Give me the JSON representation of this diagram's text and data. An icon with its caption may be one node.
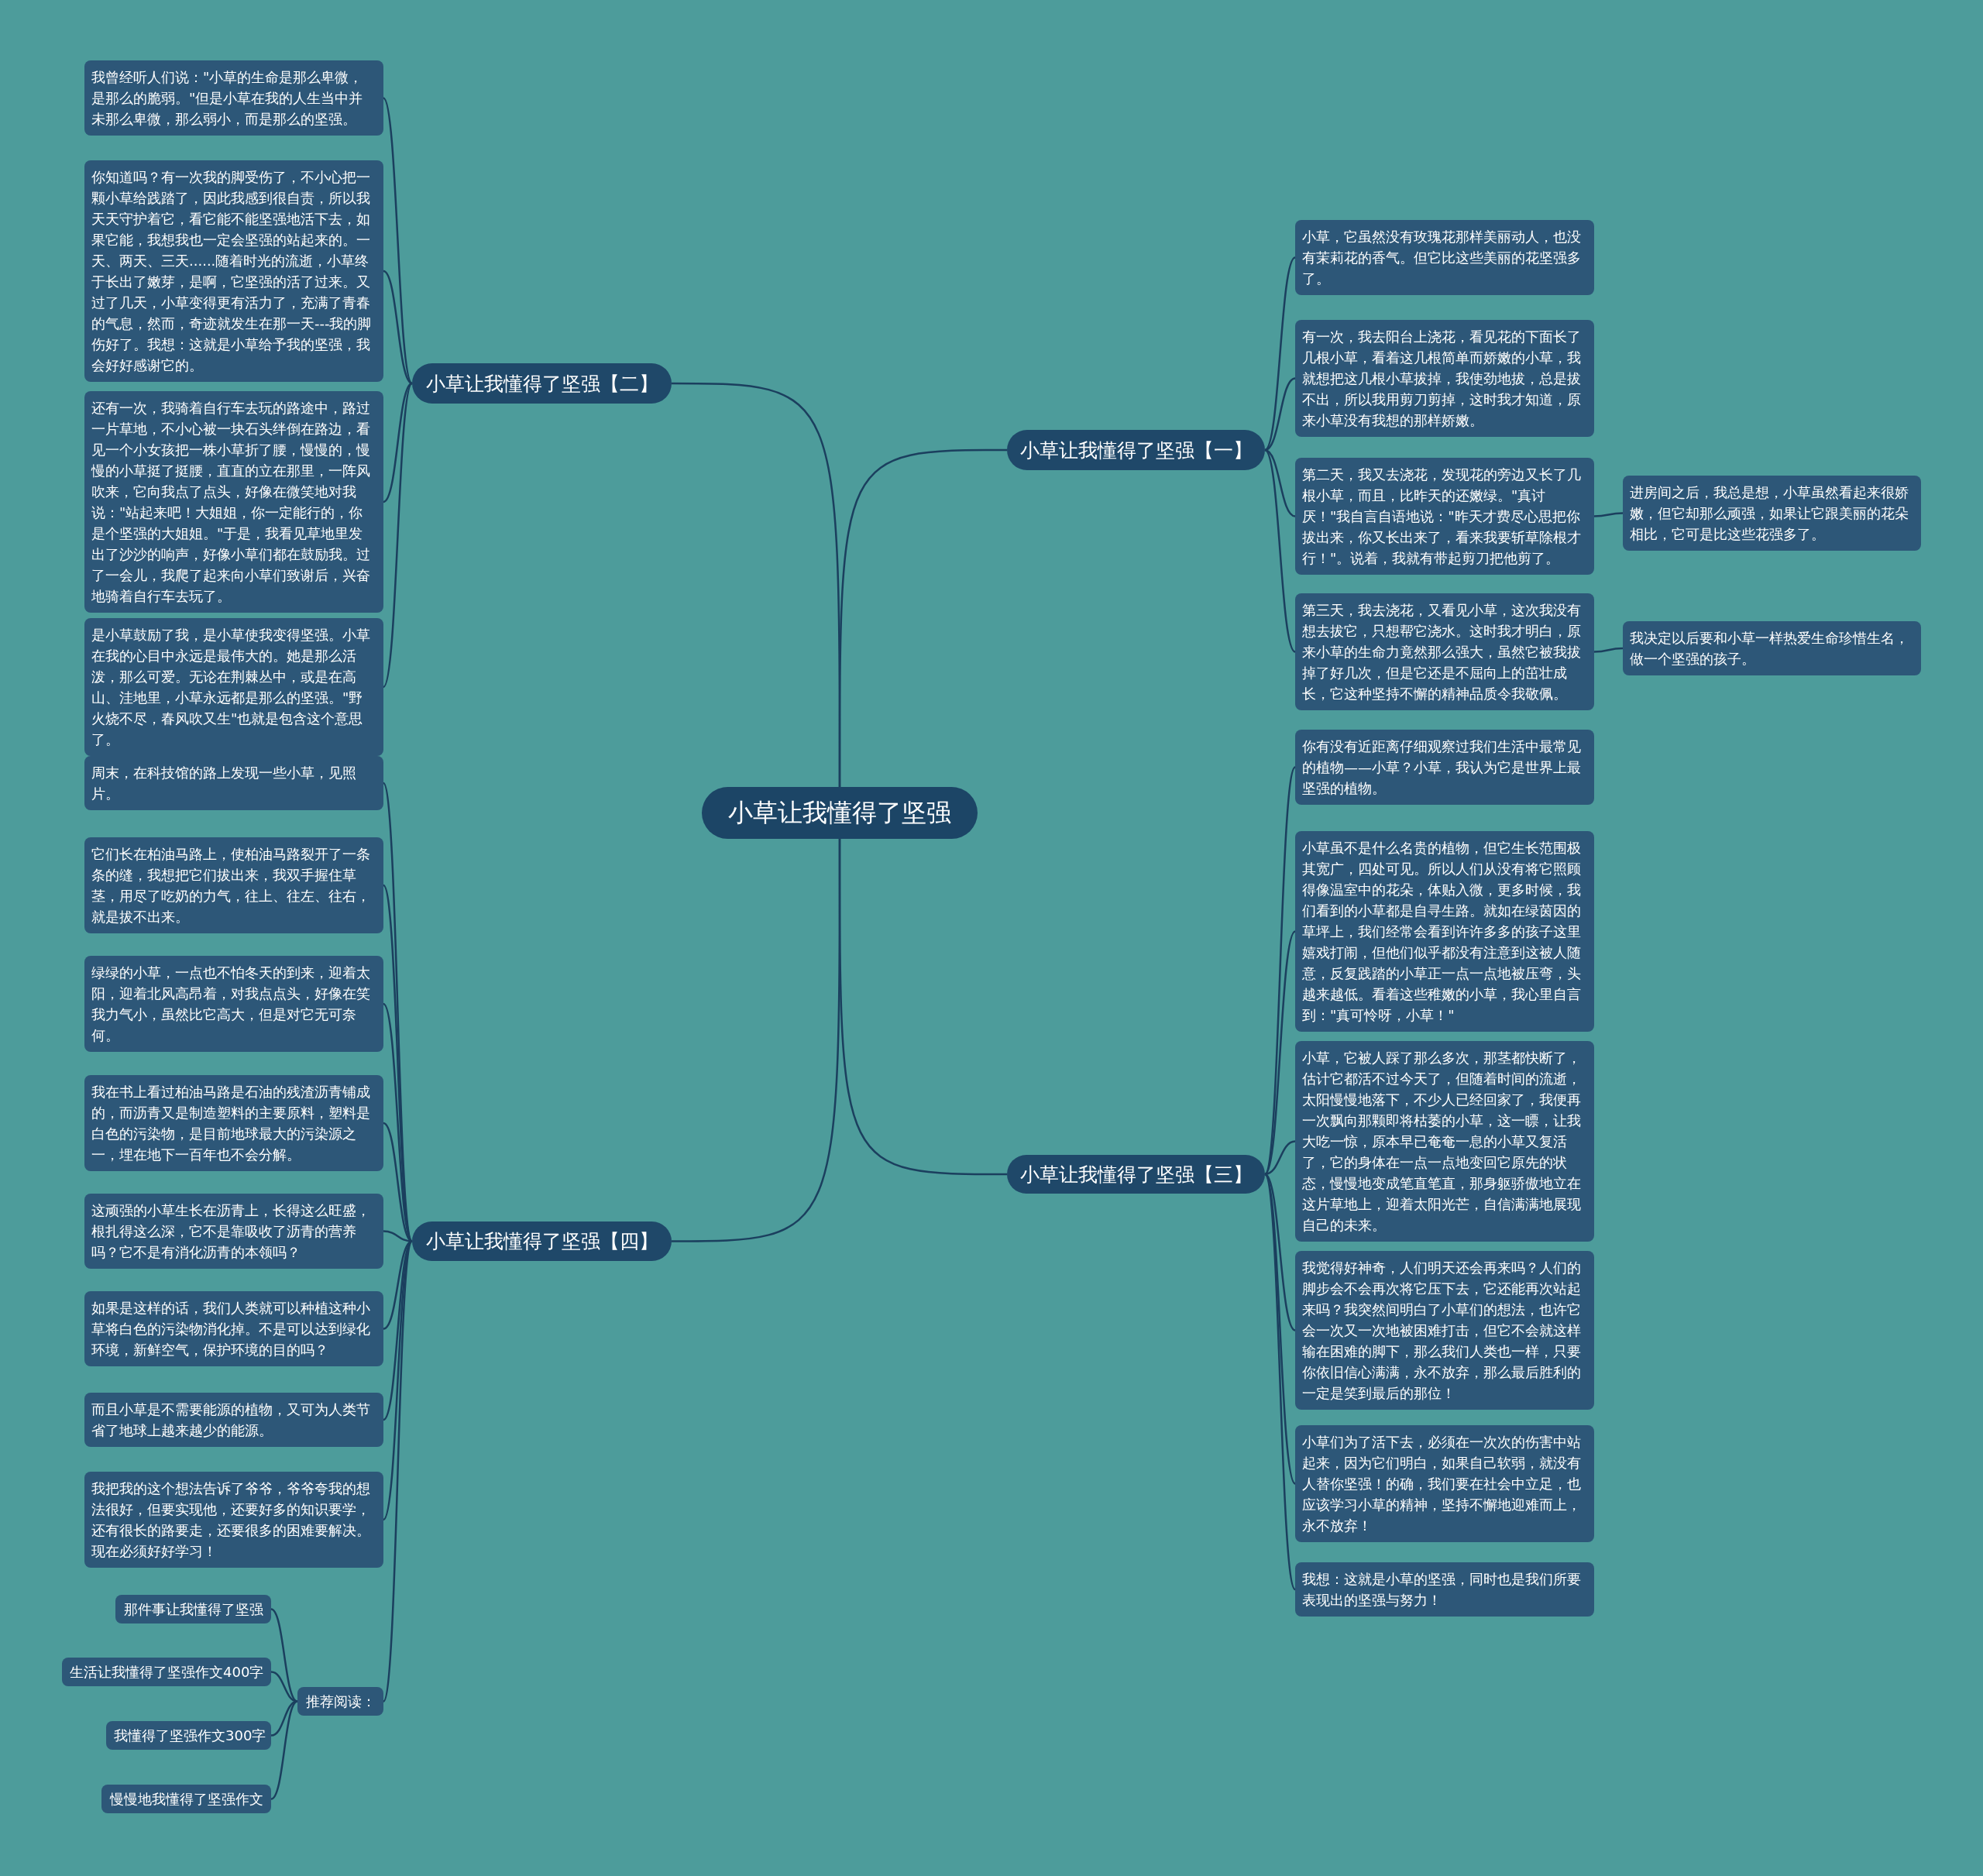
{
  "diagram": {
    "nodes": [
      {
        "text": [
          "小草让我懂得了坚强"
        ]
      },
      {
        "text": [
          "小草让我懂得了坚强【一】"
        ]
      },
      {
        "text": [
          "小草，它虽然没有玫瑰花那样美丽动人，也没有茉莉花的香气。但它比这些美丽的花坚强多了。"
        ]
      },
      {
        "text": [
          "有一次，我去阳台上浇花，看见花的下面长了几根小草，看着这几根简单而娇嫩的小草，我就想把这几根小草拔掉，我使劲地拔，总是拔不出，所以我用剪刀剪掉，这时我才知道，原来小草没有我想的那样娇嫩。"
        ]
      },
      {
        "text": [
          "第二天，我又去浇花，发现花的旁边又长了几根小草，而且，比昨天的还嫩绿。\"真讨厌！\"我自言自语地说：\"昨天才费尽心思把你拔出来，你又长出来了，看来我要斩草除根才行！\"。说着，我就有带起剪刀把他剪了。"
        ]
      },
      {
        "text": [
          "第三天，我去浇花，又看见小草，这次我没有想去拔它，只想帮它浇水。这时我才明白，原来小草的生命力竟然那么强大，虽然它被我拔掉了好几次，但是它还是不屈向上的茁壮成长，它这种坚持不懈的精神品质令我敬佩。"
        ]
      },
      {
        "text": [
          "进房间之后，我总是想，小草虽然看起来很娇嫩，但它却那么顽强，如果让它跟美丽的花朵相比，它可是比这些花强多了。"
        ]
      },
      {
        "text": [
          "我决定以后要和小草一样热爱生命珍惜生名，做一个坚强的孩子。"
        ]
      },
      {
        "text": [
          "小草让我懂得了坚强【三】"
        ]
      },
      {
        "text": [
          "你有没有近距离仔细观察过我们生活中最常见的植物——小草？小草，我认为它是世界上最坚强的植物。"
        ]
      },
      {
        "text": [
          "小草虽不是什么名贵的植物，但它生长范围极其宽广，四处可见。所以人们从没有将它照顾得像温室中的花朵，体贴入微，更多时候，我们看到的小草都是自寻生路。就如在绿茵因的草坪上，我们经常会看到许许多多的孩子这里嬉戏打闹，但他们似乎都没有注意到这被人随意，反复践踏的小草正一点一点地被压弯，头越来越低。看着这些稚嫩的小草，我心里自言到：\"真可怜呀，小草！\""
        ]
      },
      {
        "text": [
          "小草，它被人踩了那么多次，那茎都快断了，估计它都活不过今天了，但随着时间的流逝，太阳慢慢地落下，不少人已经回家了，我便再一次飘向那颗即将枯萎的小草，这一瞟，让我大吃一惊，原本早已奄奄一息的小草又复活了，它的身体在一点一点地变回它原先的状态，慢慢地变成笔直笔直，那身躯骄傲地立在这片草地上，迎着太阳光芒，自信满满地展现自己的未来。"
        ]
      },
      {
        "text": [
          "我觉得好神奇，人们明天还会再来吗？人们的脚步会不会再次将它压下去，它还能再次站起来吗？我突然间明白了小草们的想法，也许它会一次又一次地被困难打击，但它不会就这样输在困难的脚下，那么我们人类也一样，只要你依旧信心满满，永不放弃，那么最后胜利的一定是笑到最后的那位！"
        ]
      },
      {
        "text": [
          "小草们为了活下去，必须在一次次的伤害中站起来，因为它们明白，如果自己软弱，就没有人替你坚强！的确，我们要在社会中立足，也应该学习小草的精神，坚持不懈地迎难而上，永不放弃！"
        ]
      },
      {
        "text": [
          "我想：这就是小草的坚强，同时也是我们所要表现出的坚强与努力！"
        ]
      },
      {
        "text": [
          "小草让我懂得了坚强【二】"
        ]
      },
      {
        "text": [
          "我曾经听人们说：\"小草的生命是那么卑微，是那么的脆弱。\"但是小草在我的人生当中并未那么卑微，那么弱小，而是那么的坚强。"
        ]
      },
      {
        "text": [
          "你知道吗？有一次我的脚受伤了，不小心把一颗小草给践踏了，因此我感到很自责，所以我天天守护着它，看它能不能坚强地活下去，如果它能，我想我也一定会坚强的站起来的。一天、两天、三天......随着时光的流逝，小草终于长出了嫩芽，是啊，它坚强的活了过来。又过了几天，小草变得更有活力了，充满了青春的气息，然而，奇迹就发生在那一天---我的脚伤好了。我想：这就是小草给予我的坚强，我会好好感谢它的。"
        ]
      },
      {
        "text": [
          "还有一次，我骑着自行车去玩的路途中，路过一片草地，不小心被一块石头绊倒在路边，看见一个小女孩把一株小草折了腰，慢慢的，慢慢的小草挺了挺腰，直直的立在那里，一阵风吹来，它向我点了点头，好像在微笑地对我说：\"站起来吧！大姐姐，你一定能行的，你是个坚强的大姐姐。\"于是，我看见草地里发出了沙沙的响声，好像小草们都在鼓励我。过了一会儿，我爬了起来向小草们致谢后，兴奋地骑着自行车去玩了。"
        ]
      },
      {
        "text": [
          "是小草鼓励了我，是小草使我变得坚强。小草在我的心目中永远是最伟大的。她是那么活泼，那么可爱。无论在荆棘丛中，或是在高山、洼地里，小草永远都是那么的坚强。\"野火烧不尽，春风吹又生\"也就是包含这个意思了。"
        ]
      },
      {
        "text": [
          "小草让我懂得了坚强【四】"
        ]
      },
      {
        "text": [
          "周末，在科技馆的路上发现一些小草，见照片。"
        ]
      },
      {
        "text": [
          "它们长在柏油马路上，使柏油马路裂开了一条条的缝，我想把它们拔出来，我双手握住草茎，用尽了吃奶的力气，往上、往左、往右，就是拔不出来。"
        ]
      },
      {
        "text": [
          "绿绿的小草，一点也不怕冬天的到来，迎着太阳，迎着北风高昂着，对我点点头，好像在笑我力气小，虽然比它高大，但是对它无可奈何。"
        ]
      },
      {
        "text": [
          "我在书上看过柏油马路是石油的残渣沥青铺成的，而沥青又是制造塑料的主要原料，塑料是白色的污染物，是目前地球最大的污染源之一，埋在地下一百年也不会分解。"
        ]
      },
      {
        "text": [
          "这顽强的小草生长在沥青上，长得这么旺盛，根扎得这么深，它不是靠吸收了沥青的营养吗？它不是有消化沥青的本领吗？"
        ]
      },
      {
        "text": [
          "如果是这样的话，我们人类就可以种植这种小草将白色的污染物消化掉。不是可以达到绿化环境，新鲜空气，保护环境的目的吗？"
        ]
      },
      {
        "text": [
          "而且小草是不需要能源的植物，又可为人类节省了地球上越来越少的能源。"
        ]
      },
      {
        "text": [
          "我把我的这个想法告诉了爷爷，爷爷夸我的想法很好，但要实现他，还要好多的知识要学，还有很长的路要走，还要很多的困难要解决。现在必须好好学习！"
        ]
      },
      {
        "text": [
          "推荐阅读："
        ]
      },
      {
        "text": [
          "那件事让我懂得了坚强"
        ]
      },
      {
        "text": [
          "生活让我懂得了坚强作文400字"
        ]
      },
      {
        "text": [
          "我懂得了坚强作文300字"
        ]
      },
      {
        "text": [
          "慢慢地我懂得了坚强作文"
        ]
      }
    ],
    "edges": [
      {
        "from": 0,
        "to": 1,
        "arrow": "none"
      },
      {
        "from": 1,
        "to": 2,
        "arrow": "none"
      },
      {
        "from": 1,
        "to": 3,
        "arrow": "none"
      },
      {
        "from": 1,
        "to": 4,
        "arrow": "none"
      },
      {
        "from": 1,
        "to": 5,
        "arrow": "none"
      },
      {
        "from": 4,
        "to": 6,
        "arrow": "none"
      },
      {
        "from": 5,
        "to": 7,
        "arrow": "none"
      },
      {
        "from": 0,
        "to": 8,
        "arrow": "none"
      },
      {
        "from": 8,
        "to": 9,
        "arrow": "none"
      },
      {
        "from": 8,
        "to": 10,
        "arrow": "none"
      },
      {
        "from": 8,
        "to": 11,
        "arrow": "none"
      },
      {
        "from": 8,
        "to": 12,
        "arrow": "none"
      },
      {
        "from": 8,
        "to": 13,
        "arrow": "none"
      },
      {
        "from": 8,
        "to": 14,
        "arrow": "none"
      },
      {
        "from": 0,
        "to": 15,
        "arrow": "none"
      },
      {
        "from": 15,
        "to": 16,
        "arrow": "none"
      },
      {
        "from": 15,
        "to": 17,
        "arrow": "none"
      },
      {
        "from": 15,
        "to": 18,
        "arrow": "none"
      },
      {
        "from": 15,
        "to": 19,
        "arrow": "none"
      },
      {
        "from": 0,
        "to": 20,
        "arrow": "none"
      },
      {
        "from": 20,
        "to": 21,
        "arrow": "none"
      },
      {
        "from": 20,
        "to": 22,
        "arrow": "none"
      },
      {
        "from": 20,
        "to": 23,
        "arrow": "none"
      },
      {
        "from": 20,
        "to": 24,
        "arrow": "none"
      },
      {
        "from": 20,
        "to": 25,
        "arrow": "none"
      },
      {
        "from": 20,
        "to": 26,
        "arrow": "none"
      },
      {
        "from": 20,
        "to": 27,
        "arrow": "none"
      },
      {
        "from": 20,
        "to": 28,
        "arrow": "none"
      },
      {
        "from": 20,
        "to": 29,
        "arrow": "none"
      },
      {
        "from": 29,
        "to": 30,
        "arrow": "none"
      },
      {
        "from": 29,
        "to": 31,
        "arrow": "none"
      },
      {
        "from": 29,
        "to": 32,
        "arrow": "none"
      },
      {
        "from": 29,
        "to": 33,
        "arrow": "none"
      }
    ]
  }
}
